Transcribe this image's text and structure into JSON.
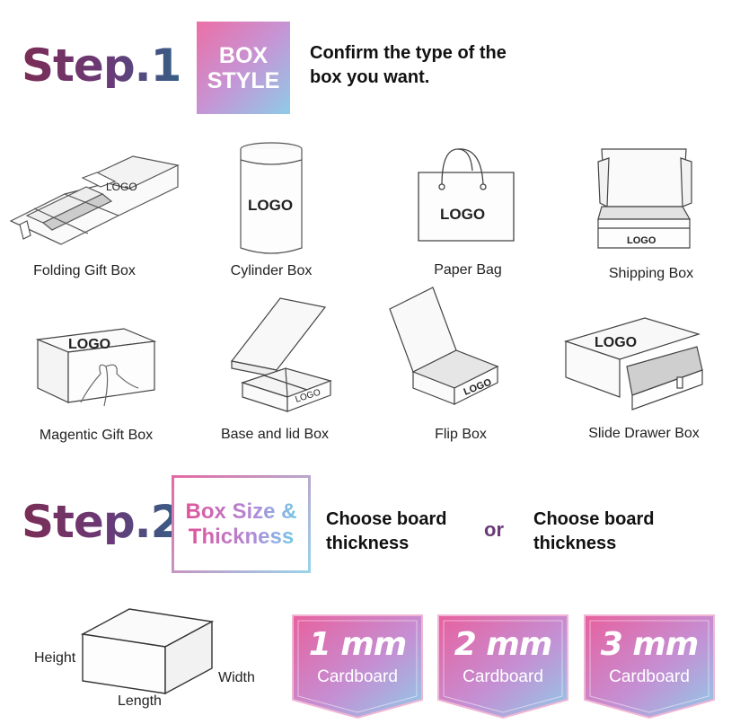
{
  "step1": {
    "title": "Step.1",
    "badge_line1": "BOX",
    "badge_line2": "STYLE",
    "desc_line1": "Confirm the type of the",
    "desc_line2": "box you want."
  },
  "logo_text": "LOGO",
  "box_types": [
    {
      "label": "Folding Gift Box"
    },
    {
      "label": "Cylinder Box"
    },
    {
      "label": "Paper Bag"
    },
    {
      "label": "Shipping Box"
    },
    {
      "label": "Magentic Gift Box"
    },
    {
      "label": "Base and lid Box"
    },
    {
      "label": "Flip Box"
    },
    {
      "label": "Slide Drawer Box"
    }
  ],
  "step2": {
    "title": "Step.2",
    "badge_line1": "Box Size &",
    "badge_line2": "Thickness",
    "option1_line1": "Choose board",
    "option1_line2": "thickness",
    "or": "or",
    "option2_line1": "Choose board",
    "option2_line2": "thickness"
  },
  "dimensions": {
    "height": "Height",
    "width": "Width",
    "length": "Length"
  },
  "thickness_options": [
    {
      "value": "1 mm",
      "label": "Cardboard"
    },
    {
      "value": "2 mm",
      "label": "Cardboard"
    },
    {
      "value": "3 mm",
      "label": "Cardboard"
    }
  ],
  "colors": {
    "pink": "#e8609e",
    "blue": "#8fcbe8",
    "purple": "#6a3a78"
  }
}
